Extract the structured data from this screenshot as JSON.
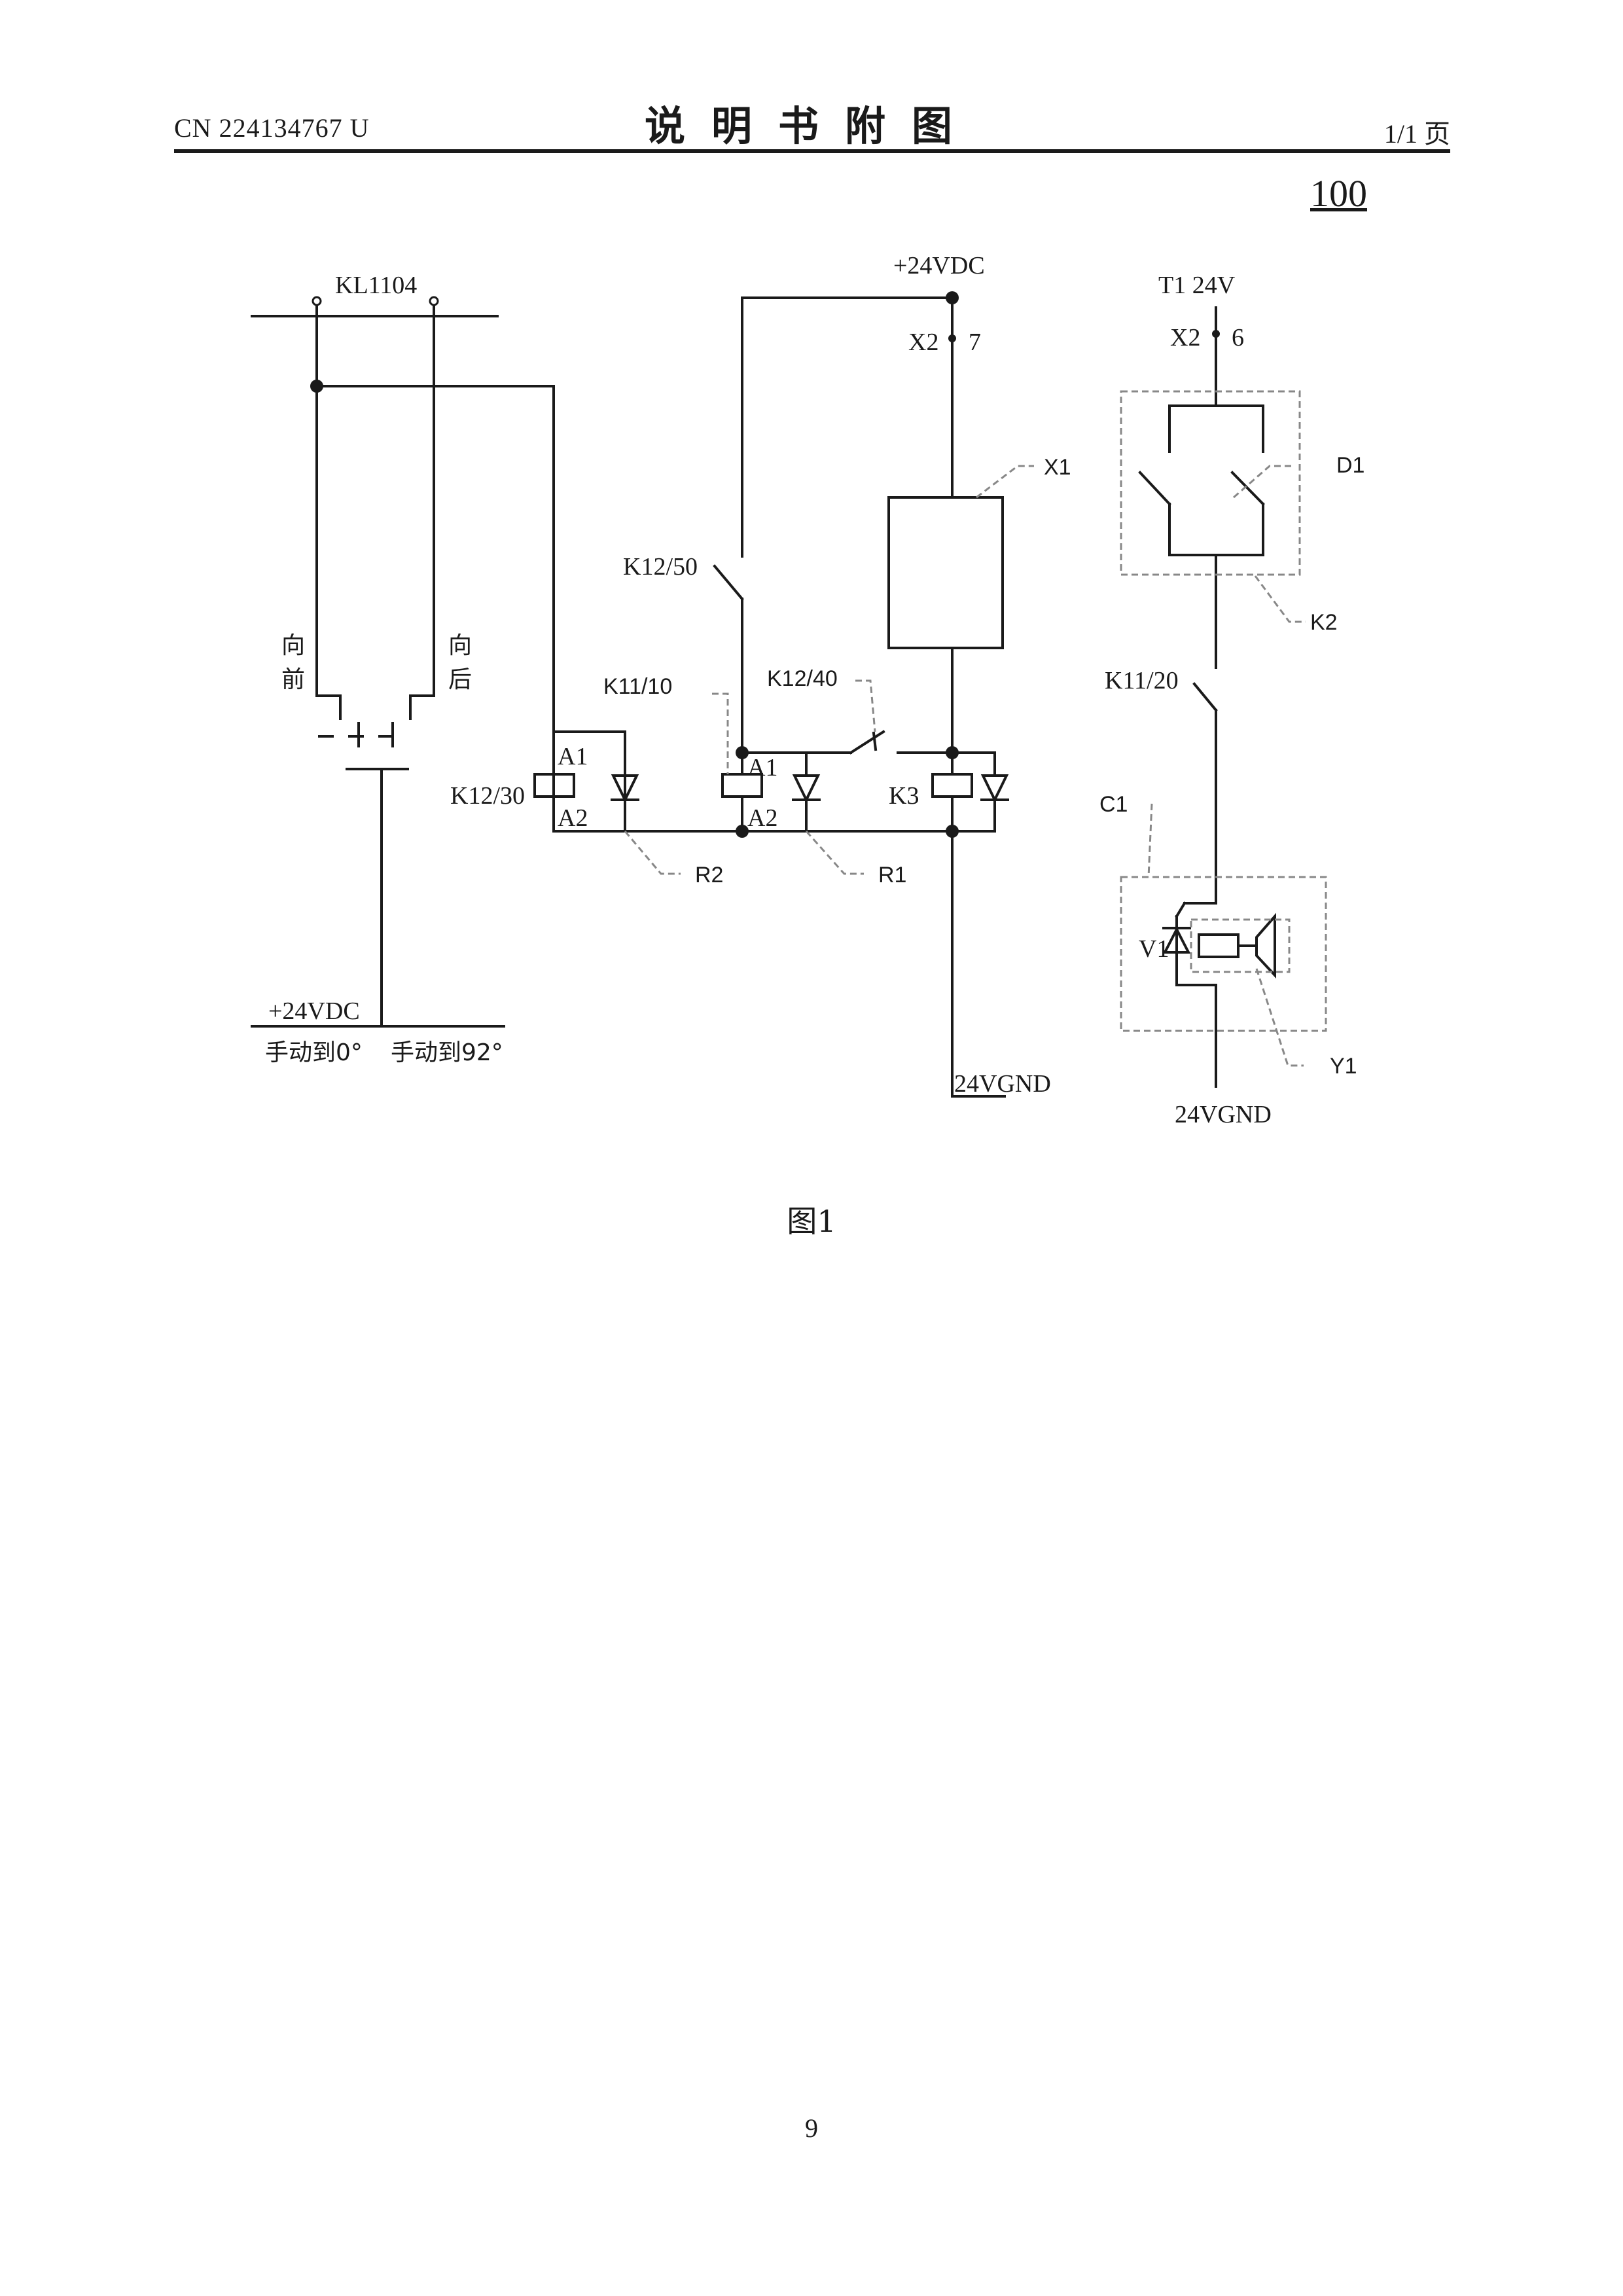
{
  "header": {
    "doc_number": "CN 224134767 U",
    "title": "说明书附图",
    "page_of": "1/1 页"
  },
  "reference_number": "100",
  "figure_caption": "图1",
  "page_number": "9",
  "diagram": {
    "labels": {
      "kl1104": "KL1104",
      "forward_1": "向",
      "forward_2": "前",
      "backward_1": "向",
      "backward_2": "后",
      "v24_left": "+24VDC",
      "manual_0": "手动到0°",
      "manual_92": "手动到92°",
      "k12_30": "K12/30",
      "a1_left": "A1",
      "a2_left": "A2",
      "r2": "R2",
      "k12_50": "K12/50",
      "k11_10": "K11/10",
      "a1_mid": "A1",
      "a2_mid": "A2",
      "r1": "R1",
      "k12_40": "K12/40",
      "v24_top": "+24VDC",
      "x2_7_a": "X2",
      "x2_7_b": "7",
      "x1": "X1",
      "k3": "K3",
      "gnd_mid": "24VGND",
      "t1_24v": "T1 24V",
      "x2_6_a": "X2",
      "x2_6_b": "6",
      "d1": "D1",
      "k2": "K2",
      "k11_20": "K11/20",
      "c1": "C1",
      "v1": "V1",
      "y1": "Y1",
      "gnd_right": "24VGND"
    }
  }
}
